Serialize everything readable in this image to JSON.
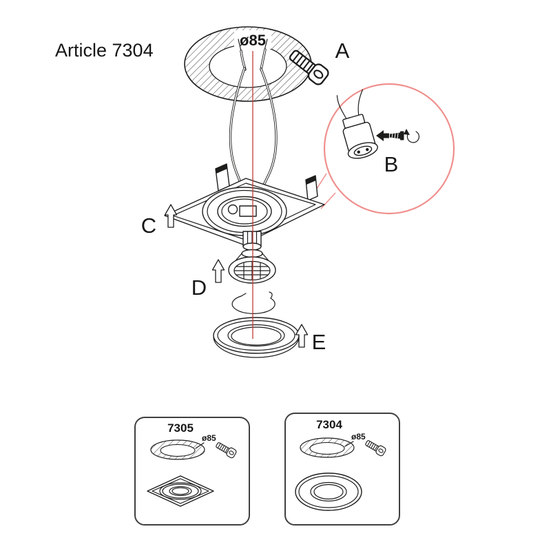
{
  "title": "Article 7304",
  "diagram": {
    "hole_diameter": "ø85",
    "callouts": {
      "a": "A",
      "b": "B",
      "c": "C",
      "d": "D",
      "e": "E"
    }
  },
  "variants": [
    {
      "model": "7305",
      "hole_diameter": "ø85",
      "shape": "square"
    },
    {
      "model": "7304",
      "hole_diameter": "ø85",
      "shape": "round"
    }
  ],
  "icons": {
    "spring_clip": "mounting-spring-clip",
    "up_arrow": "up-arrow",
    "screw": "fixing-screw",
    "rotate_arrow": "rotate-arrow"
  },
  "colors": {
    "ink": "#1d1d1b",
    "centerline_red": "#c23b36",
    "callout_bubble_red": "#ef8f8d",
    "card_border": "#3f3f3f",
    "background": "#ffffff"
  }
}
